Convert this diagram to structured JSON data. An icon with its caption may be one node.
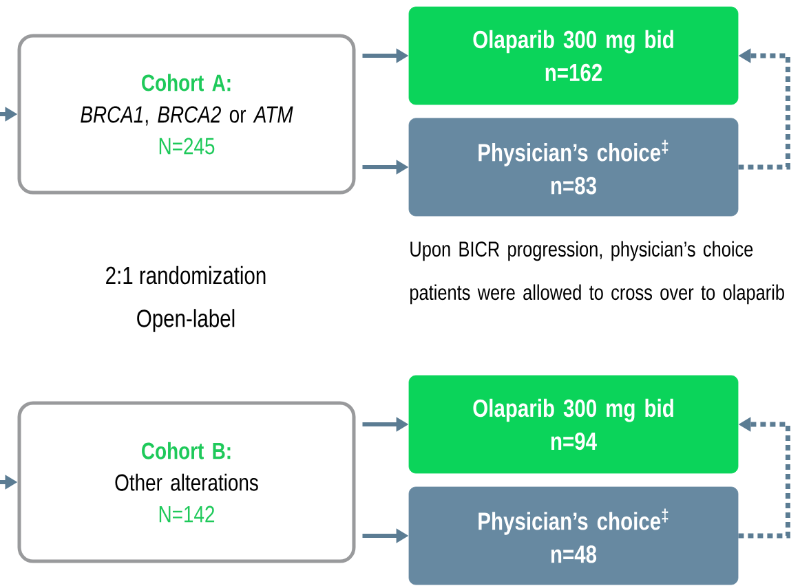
{
  "diagram": {
    "nodes": [
      {
        "text": [
          "Cohort A:",
          "*BRCA1*, *BRCA2* or *ATM*",
          "N=245"
        ]
      },
      {
        "text": [
          "Olaparib 300 mg bid",
          "n=162"
        ]
      },
      {
        "text": [
          "Physician’s choice$^{‡}$",
          "n=83"
        ]
      },
      {
        "text": [
          "Cohort B:",
          "Other alterations",
          "N=142"
        ]
      },
      {
        "text": [
          "Olaparib 300 mg bid",
          "n=94"
        ]
      },
      {
        "text": [
          "Physician’s choice$^{‡}$",
          "n=48"
        ]
      }
    ],
    "edges": [
      {
        "from": null,
        "to": 0,
        "arrow": "to"
      },
      {
        "from": 0,
        "to": 1,
        "arrow": "to"
      },
      {
        "from": 0,
        "to": 2,
        "arrow": "to"
      },
      {
        "from": 2,
        "to": 1,
        "arrow": "to",
        "style": "dashed"
      },
      {
        "from": null,
        "to": 3,
        "arrow": "to"
      },
      {
        "from": 3,
        "to": 4,
        "arrow": "to"
      },
      {
        "from": 3,
        "to": 5,
        "arrow": "to"
      },
      {
        "from": 5,
        "to": 4,
        "arrow": "to",
        "style": "dashed"
      }
    ],
    "labels": [
      "2:1 randomization",
      "Open-label",
      "Upon BICR progression, physician’s choice patients were allowed to cross over to olaparib"
    ]
  }
}
